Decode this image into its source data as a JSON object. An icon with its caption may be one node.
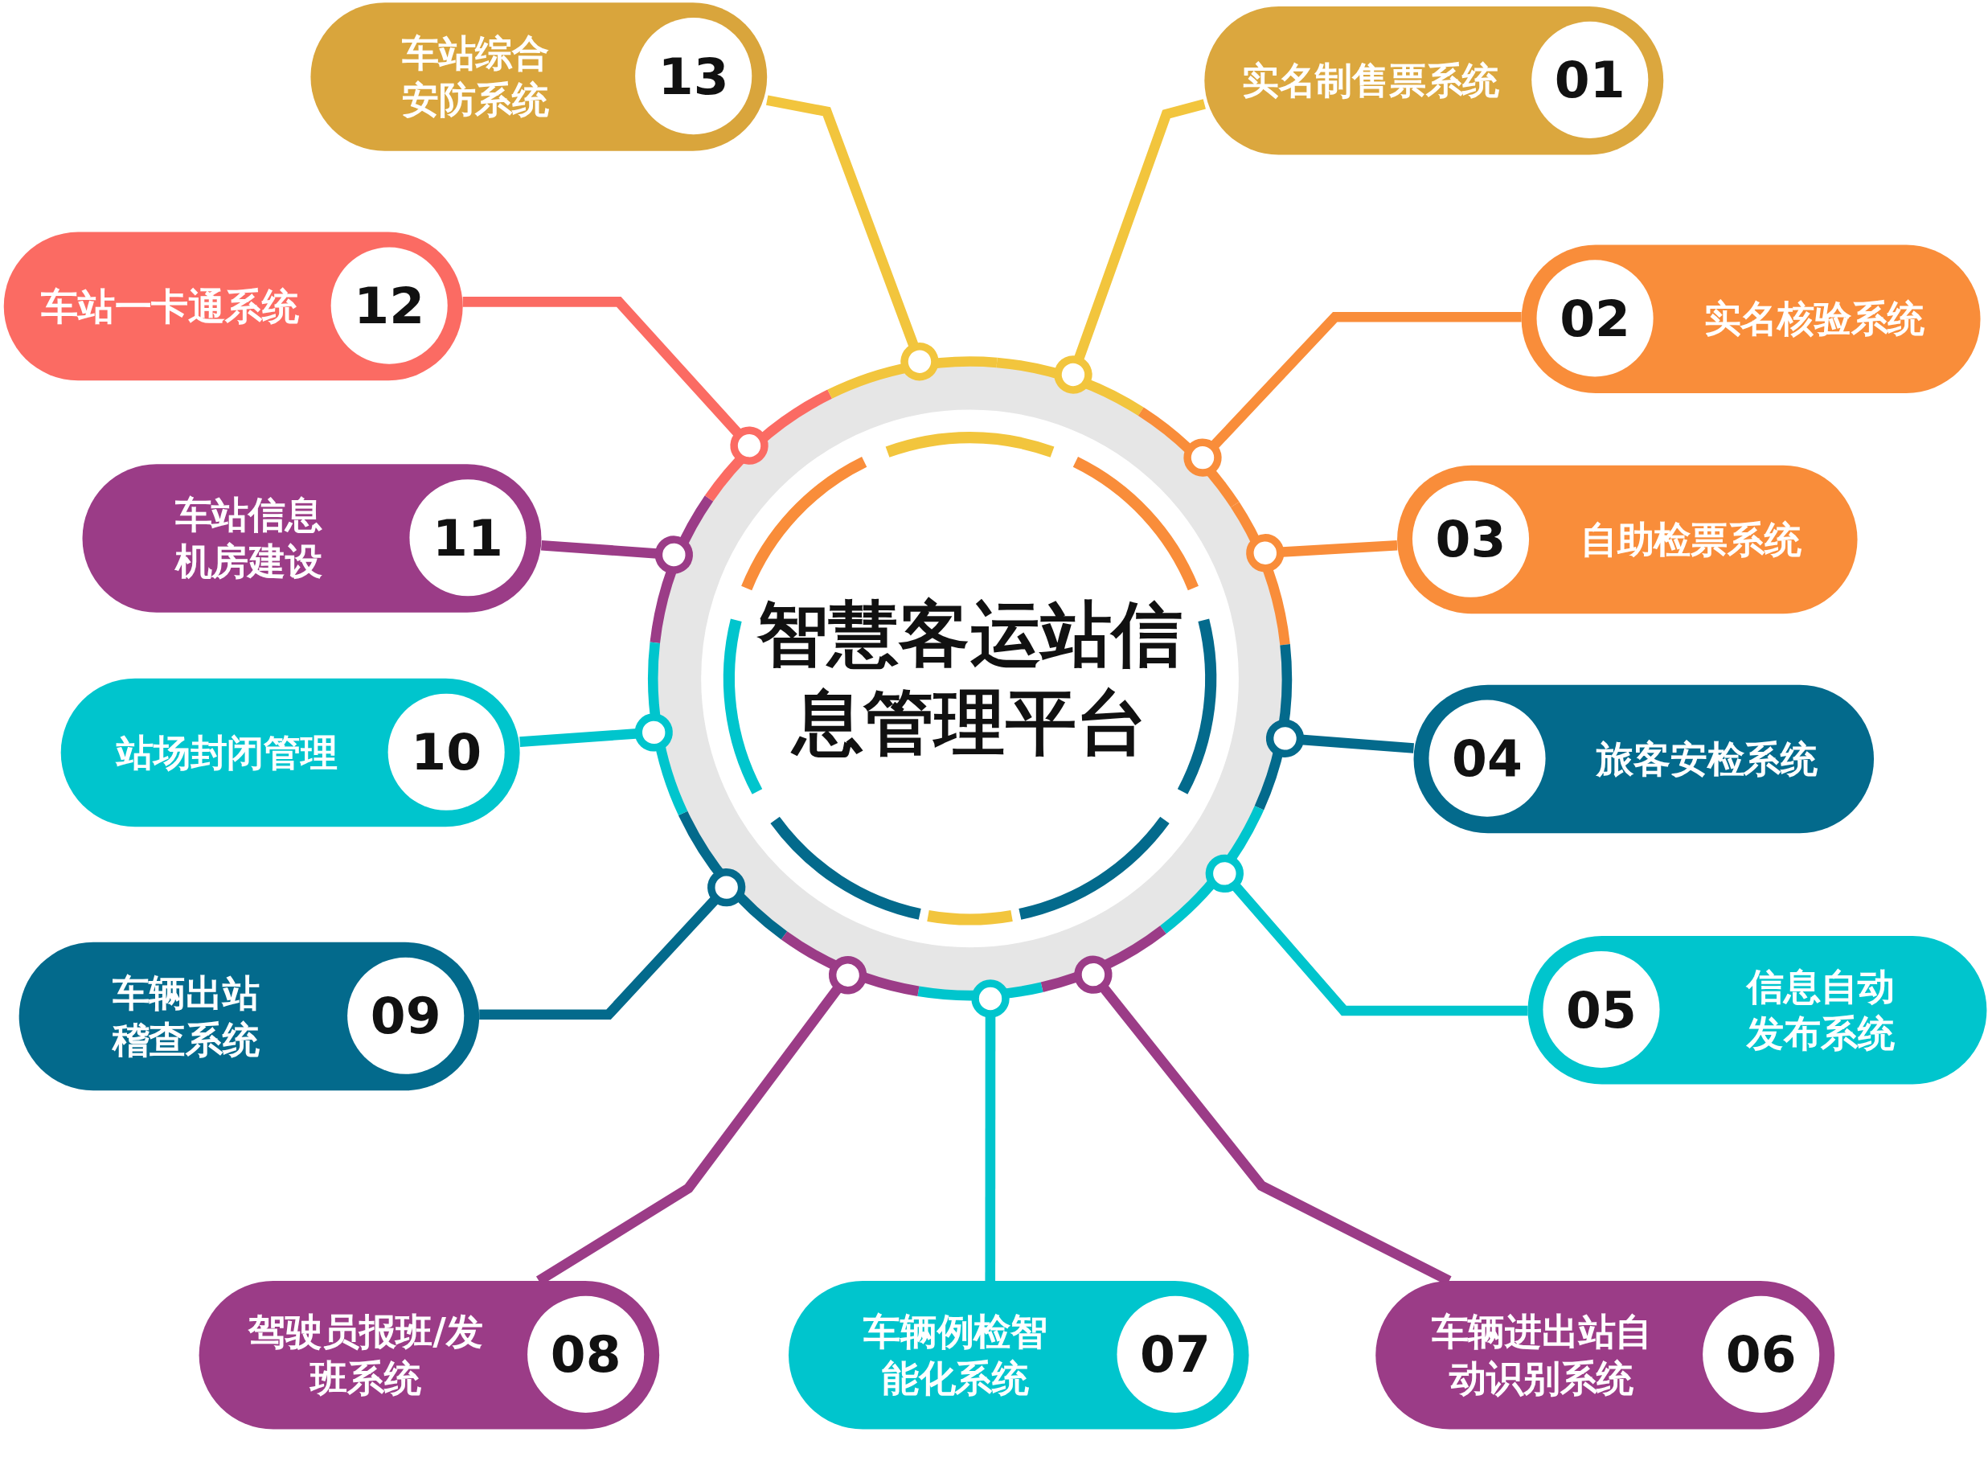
{
  "diagram": {
    "nodes": [
      {
        "text": [
          "智慧客运站信息管理平台"
        ]
      },
      {
        "text": [
          "实名制售票系统",
          "01"
        ]
      },
      {
        "text": [
          "02",
          "实名核验系统"
        ]
      },
      {
        "text": [
          "03",
          "自助检票系统"
        ]
      },
      {
        "text": [
          "04",
          "旅客安检系统"
        ]
      },
      {
        "text": [
          "05",
          "信息自动发布系统"
        ]
      },
      {
        "text": [
          "车辆进出站自动识别系统",
          "06"
        ]
      },
      {
        "text": [
          "车辆例检智能化系统",
          "07"
        ]
      },
      {
        "text": [
          "驾驶员报班/发班系统",
          "08"
        ]
      },
      {
        "text": [
          "车辆出站稽查系统",
          "09"
        ]
      },
      {
        "text": [
          "站场封闭管理",
          "10"
        ]
      },
      {
        "text": [
          "车站信息机房建设",
          "11"
        ]
      },
      {
        "text": [
          "车站一卡通系统",
          "12"
        ]
      },
      {
        "text": [
          "车站综合安防系统",
          "13"
        ]
      }
    ],
    "edges": [
      {
        "from": 1,
        "to": 0,
        "arrow": "other",
        "color": "#f2c53d"
      },
      {
        "from": 2,
        "to": 0,
        "arrow": "other",
        "color": "#f98d3a"
      },
      {
        "from": 3,
        "to": 0,
        "arrow": "other",
        "color": "#f98d3a"
      },
      {
        "from": 4,
        "to": 0,
        "arrow": "other",
        "color": "#036a8c"
      },
      {
        "from": 5,
        "to": 0,
        "arrow": "other",
        "color": "#00c5cd"
      },
      {
        "from": 6,
        "to": 0,
        "arrow": "other",
        "color": "#9b3c87"
      },
      {
        "from": 7,
        "to": 0,
        "arrow": "other",
        "color": "#00c5cd"
      },
      {
        "from": 8,
        "to": 0,
        "arrow": "other",
        "color": "#9b3c87"
      },
      {
        "from": 9,
        "to": 0,
        "arrow": "other",
        "color": "#036a8c"
      },
      {
        "from": 10,
        "to": 0,
        "arrow": "other",
        "color": "#00c5cd"
      },
      {
        "from": 11,
        "to": 0,
        "arrow": "other",
        "color": "#9b3c87"
      },
      {
        "from": 12,
        "to": 0,
        "arrow": "other",
        "color": "#fb6b63"
      },
      {
        "from": 13,
        "to": 0,
        "arrow": "other",
        "color": "#f2c53d"
      }
    ]
  }
}
